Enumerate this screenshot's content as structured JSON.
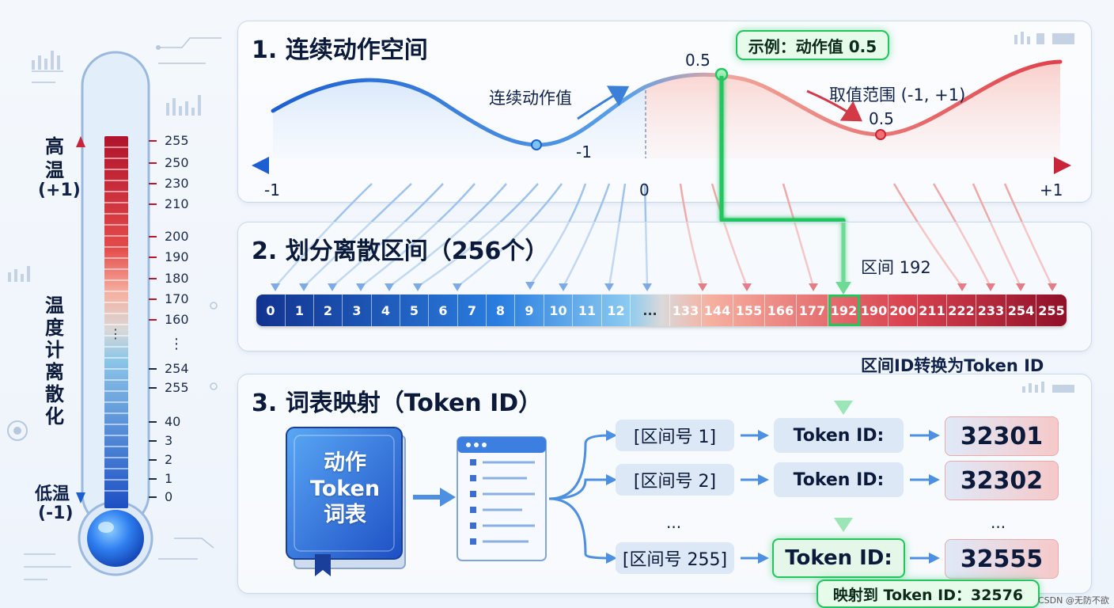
{
  "thermometer": {
    "top_label": [
      "高",
      "温",
      "(+1)"
    ],
    "middle_label": [
      "温",
      "度",
      "计",
      "离",
      "散",
      "化"
    ],
    "bottom_label": [
      "低温",
      "(-1)"
    ],
    "scale_upper": [
      "255",
      "250",
      "230",
      "210",
      "200",
      "190",
      "180",
      "170",
      "160"
    ],
    "scale_ellipsis": "⋮",
    "scale_lower": [
      "254",
      "255",
      "40",
      "3",
      "2",
      "1",
      "0"
    ],
    "bulb_colors": {
      "hot": "#b8172e",
      "cold": "#1d5fd1"
    }
  },
  "section1": {
    "title": "1. 连续动作空间",
    "badge": "示例：动作值 0.5",
    "peak_label": "0.5",
    "curve_label": "连续动作值",
    "trough_label": "-1",
    "range_label": "取值范围 (-1, +1)",
    "right_point_label": "0.5",
    "axis_min": "-1",
    "axis_mid": "0",
    "axis_max": "+1"
  },
  "section2": {
    "title": "2. 划分离散区间（256个）",
    "interval_label": "区间 192",
    "cells": [
      "0",
      "1",
      "2",
      "3",
      "4",
      "5",
      "6",
      "7",
      "8",
      "9",
      "10",
      "11",
      "12",
      "...",
      "133",
      "144",
      "155",
      "166",
      "177",
      "192",
      "190",
      "200",
      "211",
      "222",
      "233",
      "254",
      "255"
    ],
    "highlight_cell": "192"
  },
  "transition_label": "区间ID转换为Token ID",
  "section3": {
    "title": "3. 词表映射（Token ID）",
    "book_lines": [
      "动作",
      "Token",
      "词表"
    ],
    "rows": [
      {
        "interval": "[区间号 1]",
        "token": "Token ID:",
        "value": "32301"
      },
      {
        "interval": "[区间号 2]",
        "token": "Token ID:",
        "value": "32302"
      },
      {
        "interval": "[区间号 255]",
        "token": "Token ID:",
        "value": "32555"
      }
    ],
    "ellipsis": "...",
    "mapping_badge": "映射到 Token ID：32576"
  },
  "watermark": "CSDN @无防不欲",
  "colors": {
    "blue": "#1d5fd1",
    "red": "#c8243a",
    "green": "#22c55e",
    "navy": "#0b1a3a"
  }
}
